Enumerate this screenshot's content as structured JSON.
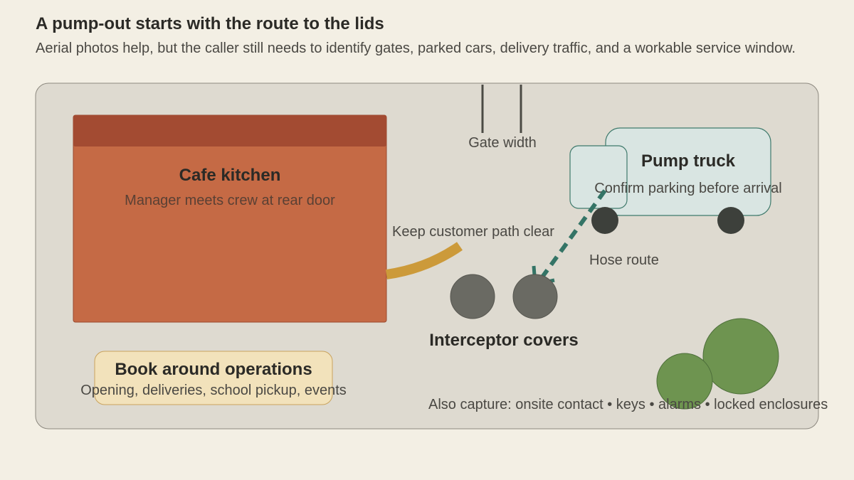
{
  "header": {
    "title": "A pump-out starts with the route to the lids",
    "subtitle": "Aerial photos help, but the caller still needs to identify gates, parked cars, delivery traffic, and a workable service window."
  },
  "plan": {
    "gate_label": "Gate width",
    "kitchen": {
      "title": "Cafe kitchen",
      "note": "Manager meets crew at rear door"
    },
    "truck": {
      "title": "Pump truck",
      "note": "Confirm parking before arrival"
    },
    "customer_path_label": "Keep customer path clear",
    "hose_label": "Hose route",
    "covers_label": "Interceptor covers",
    "operations": {
      "title": "Book around operations",
      "note": "Opening, deliveries, school pickup, events"
    },
    "capture_note": "Also capture: onsite contact • keys • alarms • locked enclosures"
  },
  "colors": {
    "page_bg": "#f3efe4",
    "yard_bg": "#dedad0",
    "kitchen_fill": "#c56a45",
    "kitchen_roof": "#a34b32",
    "truck_fill": "#d9e5e2",
    "truck_stroke": "#3f7a6c",
    "hose": "#347466",
    "customer_path": "#cc9a3a",
    "covers": "#6a6a63",
    "wheels": "#3d403b",
    "trees": "#6e9450",
    "callout_fill": "#f2e2bb",
    "callout_stroke": "#c9a35e"
  }
}
